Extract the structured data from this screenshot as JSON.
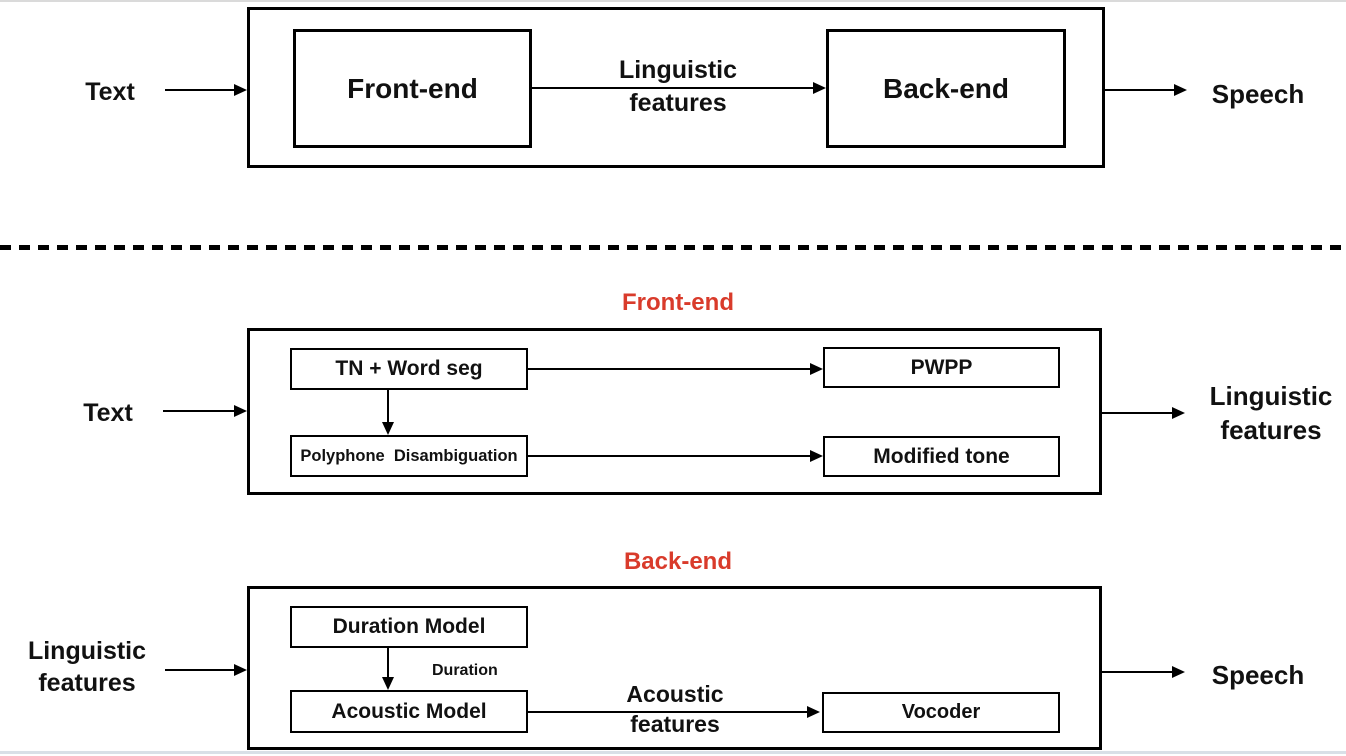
{
  "colors": {
    "accent_red": "#d93b2b",
    "line": "#000000",
    "background": "#ffffff"
  },
  "overview": {
    "input_label": "Text",
    "frontend_box": "Front-end",
    "link_label": "Linguistic\nfeatures",
    "backend_box": "Back-end",
    "output_label": "Speech"
  },
  "frontend_detail": {
    "title": "Front-end",
    "input_label": "Text",
    "tn_wordseg_box": "TN + Word seg",
    "pwpp_box": "PWPP",
    "polyphone_box": "Polyphone  Disambiguation",
    "modified_tone_box": "Modified tone",
    "output_label": "Linguistic\nfeatures"
  },
  "backend_detail": {
    "title": "Back-end",
    "input_label": "Linguistic\nfeatures",
    "duration_model_box": "Duration Model",
    "duration_arrow_label": "Duration",
    "acoustic_model_box": "Acoustic Model",
    "acoustic_link_label": "Acoustic\nfeatures",
    "vocoder_box": "Vocoder",
    "output_label": "Speech"
  }
}
